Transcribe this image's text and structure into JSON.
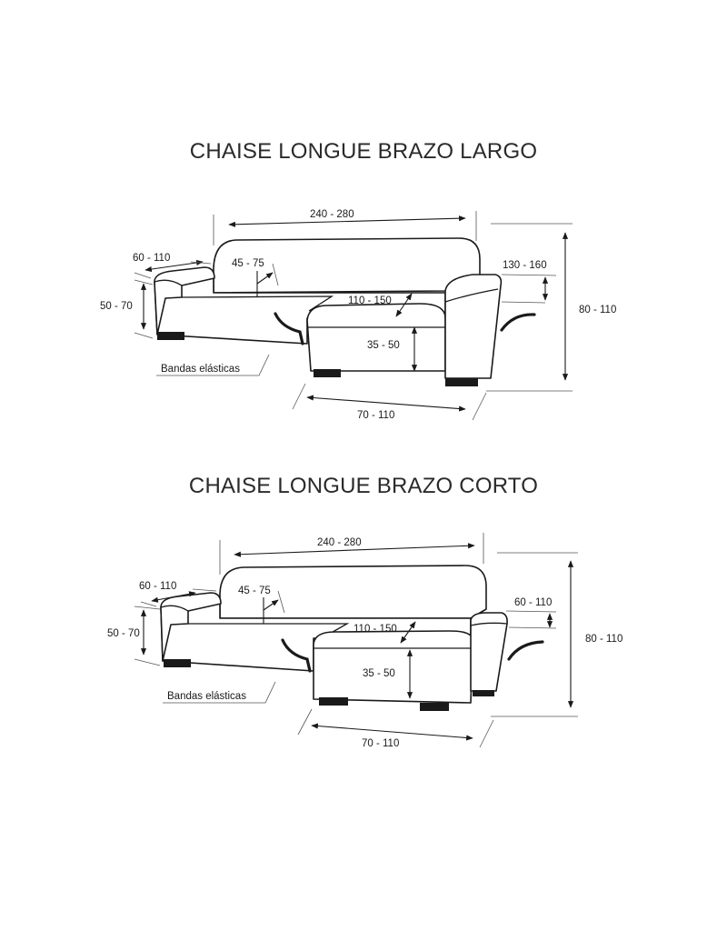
{
  "diagrams": [
    {
      "title": "CHAISE LONGUE BRAZO LARGO",
      "labels": {
        "width": "240 - 280",
        "arm_depth": "60 - 110",
        "arm_height": "50 - 70",
        "back_height": "45 - 75",
        "chaise_length": "110 - 150",
        "right_arm": "130 - 160",
        "total_height": "80 - 110",
        "seat_height": "35 - 50",
        "chaise_width": "70 - 110",
        "elastic_bands": "Bandas elásticas"
      }
    },
    {
      "title": "CHAISE LONGUE BRAZO CORTO",
      "labels": {
        "width": "240 - 280",
        "arm_depth": "60 - 110",
        "arm_height": "50 - 70",
        "back_height": "45 - 75",
        "chaise_length": "110 - 150",
        "right_arm": "60 - 110",
        "total_height": "80 - 110",
        "seat_height": "35 - 50",
        "chaise_width": "70 - 110",
        "elastic_bands": "Bandas elásticas"
      }
    }
  ]
}
